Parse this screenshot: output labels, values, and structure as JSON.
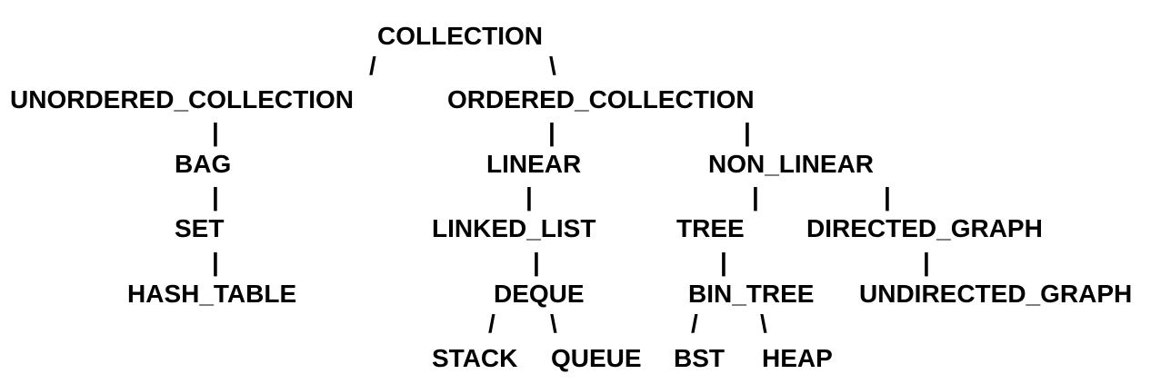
{
  "nodes": {
    "collection": "COLLECTION",
    "unordered_collection": "UNORDERED_COLLECTION",
    "ordered_collection": "ORDERED_COLLECTION",
    "bag": "BAG",
    "linear": "LINEAR",
    "non_linear": "NON_LINEAR",
    "set": "SET",
    "linked_list": "LINKED_LIST",
    "tree": "TREE",
    "directed_graph": "DIRECTED_GRAPH",
    "hash_table": "HASH_TABLE",
    "deque": "DEQUE",
    "bin_tree": "BIN_TREE",
    "undirected_graph": "UNDIRECTED_GRAPH",
    "stack": "STACK",
    "queue": "QUEUE",
    "bst": "BST",
    "heap": "HEAP"
  },
  "connectors": {
    "left": "/",
    "right": "\\",
    "down": "|"
  }
}
